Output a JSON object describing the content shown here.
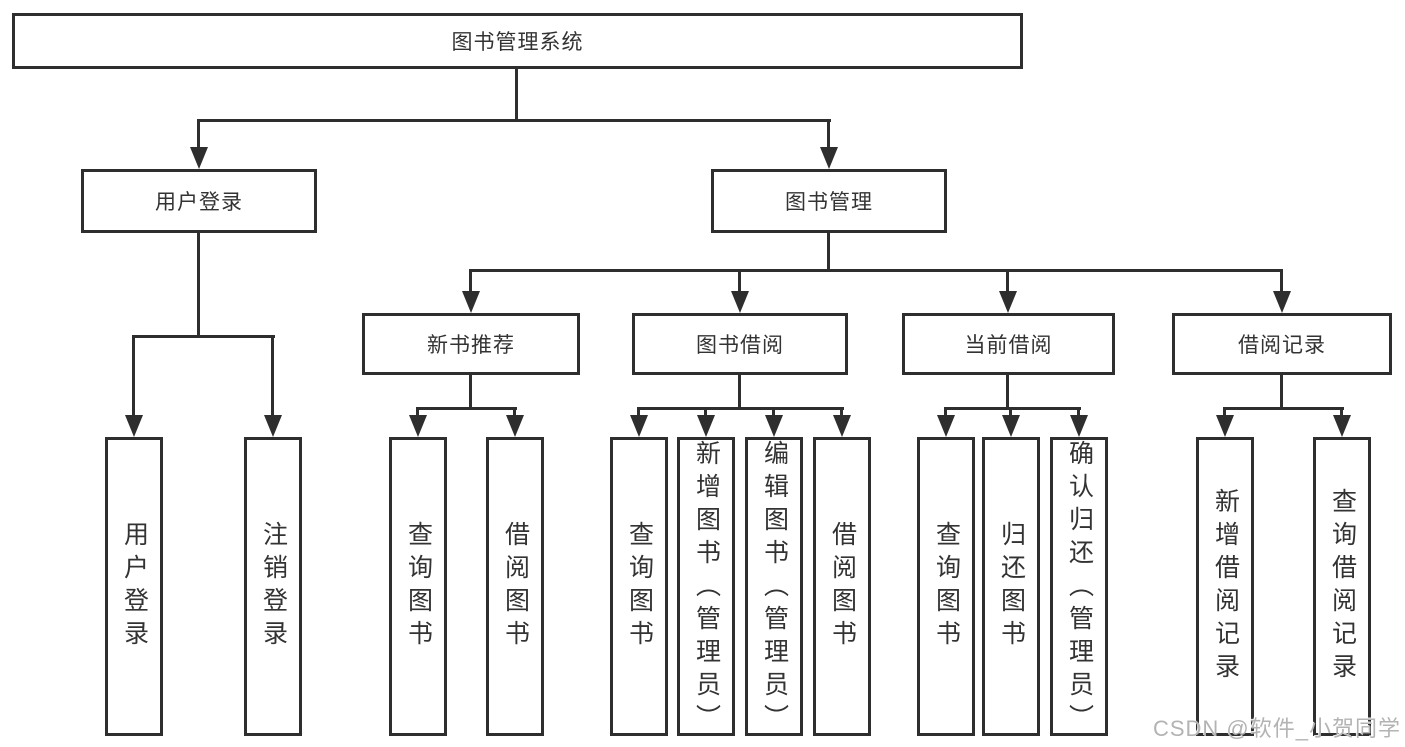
{
  "colors": {
    "line": "#2e2e2e",
    "text": "#333333",
    "watermark": "#b3b3b3",
    "background": "#ffffff"
  },
  "watermark": {
    "text": "CSDN @软件_小贺同学"
  },
  "tree": {
    "root": {
      "label": "图书管理系统",
      "children": [
        {
          "label": "用户登录",
          "children": [
            {
              "label": "用户登录"
            },
            {
              "label": "注销登录"
            }
          ]
        },
        {
          "label": "图书管理",
          "children": [
            {
              "label": "新书推荐",
              "children": [
                {
                  "label": "查询图书"
                },
                {
                  "label": "借阅图书"
                }
              ]
            },
            {
              "label": "图书借阅",
              "children": [
                {
                  "label": "查询图书"
                },
                {
                  "label": "新增图书（管理员）"
                },
                {
                  "label": "编辑图书（管理员）"
                },
                {
                  "label": "借阅图书"
                }
              ]
            },
            {
              "label": "当前借阅",
              "children": [
                {
                  "label": "查询图书"
                },
                {
                  "label": "归还图书"
                },
                {
                  "label": "确认归还（管理员）"
                }
              ]
            },
            {
              "label": "借阅记录",
              "children": [
                {
                  "label": "新增借阅记录"
                },
                {
                  "label": "查询借阅记录"
                }
              ]
            }
          ]
        }
      ]
    }
  }
}
